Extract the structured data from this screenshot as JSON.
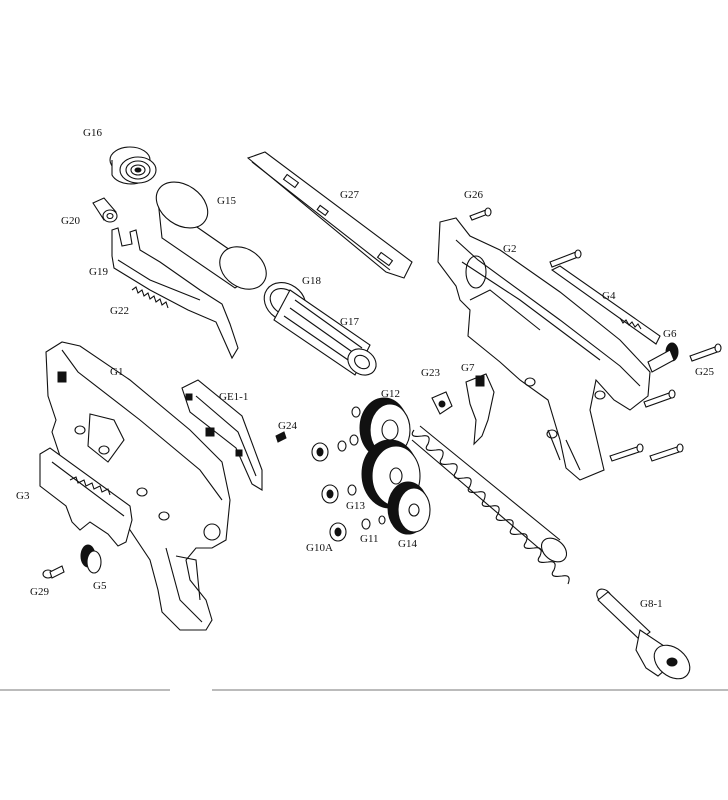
{
  "labels": {
    "G16": "G16",
    "G20": "G20",
    "G19": "G19",
    "G22": "G22",
    "G15": "G15",
    "G27": "G27",
    "G26": "G26",
    "G2": "G2",
    "G4": "G4",
    "G18": "G18",
    "G17": "G17",
    "G6": "G6",
    "G25": "G25",
    "G1": "G1",
    "GE1_1": "GE1-1",
    "G23": "G23",
    "G7": "G7",
    "G12": "G12",
    "G24": "G24",
    "G3": "G3",
    "G13": "G13",
    "G14": "G14",
    "G11": "G11",
    "G10A": "G10A",
    "G29": "G29",
    "G5": "G5",
    "G8_1": "G8-1"
  }
}
